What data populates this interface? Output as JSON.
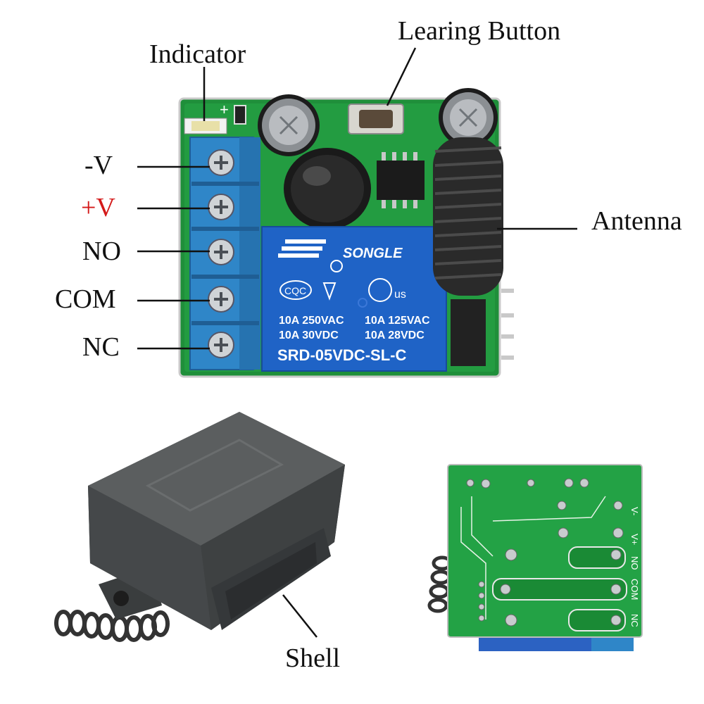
{
  "callouts": {
    "indicator": "Indicator",
    "learning_button": "Learing Button",
    "antenna": "Antenna",
    "shell": "Shell"
  },
  "terminals": [
    {
      "label": "-V",
      "color": "#111111"
    },
    {
      "label": "+V",
      "color": "#d41a1a"
    },
    {
      "label": "NO",
      "color": "#111111"
    },
    {
      "label": "COM",
      "color": "#111111"
    },
    {
      "label": "NC",
      "color": "#111111"
    }
  ],
  "relay": {
    "brand": "SONGLE",
    "cert1": "CQC",
    "cert2": "us",
    "rating_row1": [
      "10A 250VAC",
      "10A 125VAC"
    ],
    "rating_row2": [
      "10A 30VDC",
      "10A 28VDC"
    ],
    "model": "SRD-05VDC-SL-C"
  },
  "pcb_marks": {
    "plus": "+"
  },
  "back_pcb_labels": [
    "V-",
    "V+",
    "NO",
    "COM",
    "NC"
  ],
  "colors": {
    "pcb_green": "#1f8f3a",
    "terminal_blue": "#2f86c8",
    "relay_blue": "#1f63c6",
    "shell_gray": "#4a4d4e"
  }
}
